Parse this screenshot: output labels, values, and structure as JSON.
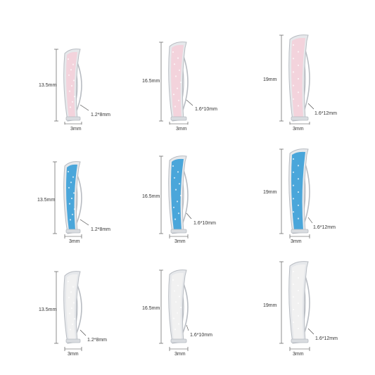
{
  "colors": {
    "pink": "#f3d3dc",
    "blue": "#4aa6da",
    "white": "#f1f1f1",
    "metal": "#b8bcc2"
  },
  "rows": [
    {
      "name": "pink-opal",
      "items": [
        {
          "height": "13.5mm",
          "gauge": "1.2*8mm",
          "width": "3mm"
        },
        {
          "height": "16.5mm",
          "gauge": "1.6*10mm",
          "width": "3mm"
        },
        {
          "height": "19mm",
          "gauge": "1.6*12mm",
          "width": "3mm"
        }
      ]
    },
    {
      "name": "blue-opal",
      "items": [
        {
          "height": "13.5mm",
          "gauge": "1.2*8mm",
          "width": "3mm"
        },
        {
          "height": "16.5mm",
          "gauge": "1.6*10mm",
          "width": "3mm"
        },
        {
          "height": "19mm",
          "gauge": "1.6*12mm",
          "width": "3mm"
        }
      ]
    },
    {
      "name": "white-opal",
      "items": [
        {
          "height": "13.5mm",
          "gauge": "1.2*8mm",
          "width": "3mm"
        },
        {
          "height": "16.5mm",
          "gauge": "1.6*10mm",
          "width": "3mm"
        },
        {
          "height": "19mm",
          "gauge": "1.6*12mm",
          "width": "3mm"
        }
      ]
    }
  ]
}
